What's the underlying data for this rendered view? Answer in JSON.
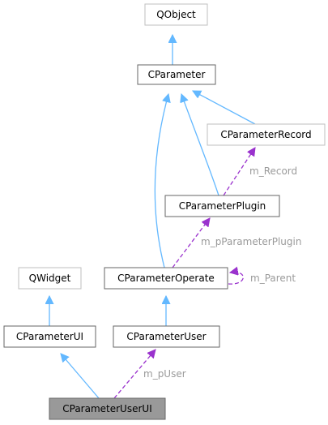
{
  "nodes": {
    "qobject": "QObject",
    "cparameter": "CParameter",
    "cparameter_record": "CParameterRecord",
    "cparameter_plugin": "CParameterPlugin",
    "qwidget": "QWidget",
    "cparameter_operate": "CParameterOperate",
    "cparameter_ui": "CParameterUI",
    "cparameter_user": "CParameterUser",
    "cparameter_user_ui": "CParameterUserUI"
  },
  "edge_labels": {
    "record": "m_Record",
    "plugin": "m_pParameterPlugin",
    "parent": "m_Parent",
    "user": "m_pUser"
  },
  "colors": {
    "inheritance": "#63b8ff",
    "usage": "#9a32cd",
    "external_border": "#bfbfbf",
    "focus_fill": "#999999"
  }
}
